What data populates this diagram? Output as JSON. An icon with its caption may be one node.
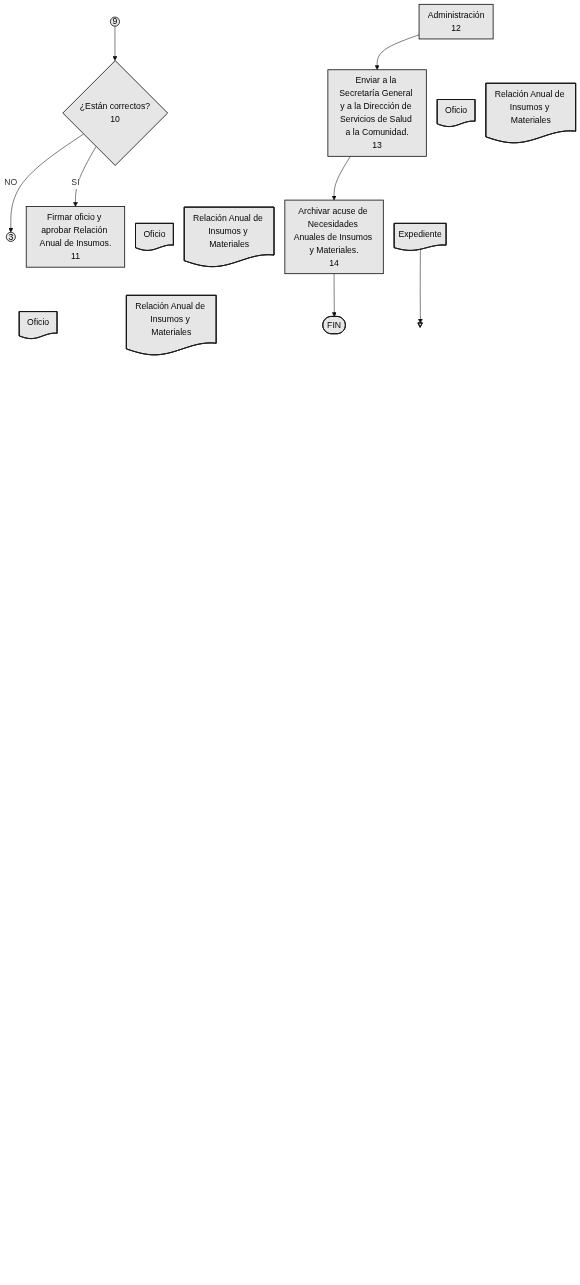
{
  "diagram": {
    "nodes": [
      {
        "text": [
          "9"
        ]
      },
      {
        "text": [
          "¿Están correctos?",
          "10"
        ]
      },
      {
        "text": [
          "3"
        ]
      },
      {
        "text": [
          "Firmar oficio y aprobar Relación Anual de Insumos.",
          "11"
        ]
      },
      {
        "text": [
          "Oficio"
        ]
      },
      {
        "text": [
          "Relación Anual de Insumos y Materiales"
        ]
      },
      {
        "text": [
          "Administración",
          "12"
        ]
      },
      {
        "text": [
          "Oficio"
        ]
      },
      {
        "text": [
          "Relación Anual de Insumos y Materiales"
        ]
      },
      {
        "text": [
          "Enviar a la Secretaría General y a la Dirección de Servicios de Salud a la Comunidad.",
          "13"
        ]
      },
      {
        "text": [
          "Oficio"
        ]
      },
      {
        "text": [
          "Relación Anual de Insumos y Materiales"
        ]
      },
      {
        "text": [
          "Archivar acuse de Necesidades Anuales de Insumos y Materiales.",
          "14"
        ]
      },
      {
        "text": [
          "Expediente"
        ]
      },
      {
        "text": [
          "FIN"
        ]
      },
      {
        "text": [],
        "shape": "triangle"
      }
    ],
    "edges": [
      {
        "from": 0,
        "to": 1,
        "arrow": "to"
      },
      {
        "from": 1,
        "to": 2,
        "arrow": "to",
        "label": "NO"
      },
      {
        "from": 1,
        "to": 3,
        "arrow": "to",
        "label": "SI"
      },
      {
        "from": 6,
        "to": 9,
        "arrow": "to"
      },
      {
        "from": 9,
        "to": 12,
        "arrow": "to"
      },
      {
        "from": 12,
        "to": 14,
        "arrow": "to"
      },
      {
        "from": 13,
        "to": 15,
        "arrow": "to"
      }
    ]
  }
}
